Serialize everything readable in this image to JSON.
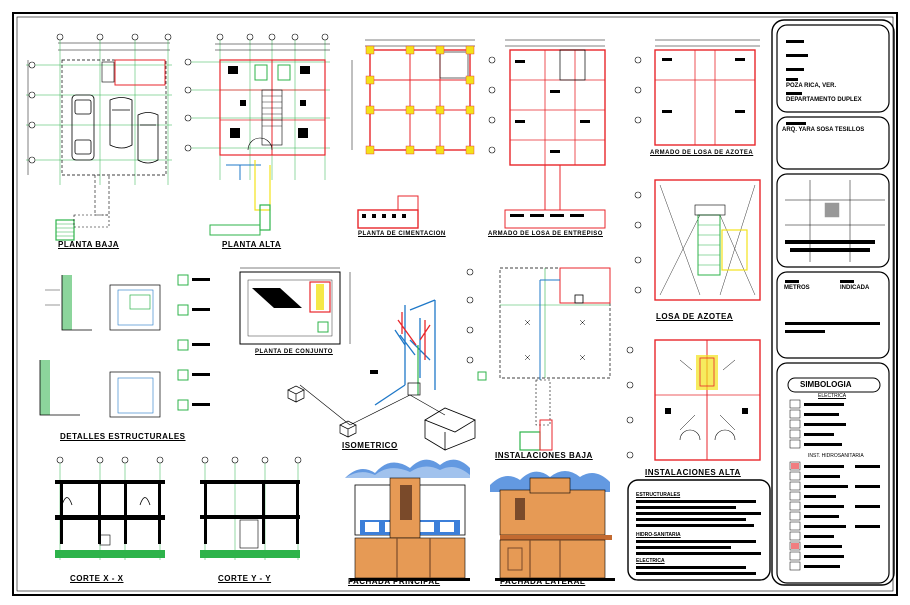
{
  "drawings": {
    "planta_baja": "PLANTA BAJA",
    "planta_alta": "PLANTA ALTA",
    "planta_cimentacion": "PLANTA DE CIMENTACION",
    "armado_losa_entrepiso": "ARMADO DE LOSA DE ENTREPISO",
    "armado_losa_azotea": "ARMADO DE LOSA DE AZOTEA",
    "losa_azotea": "LOSA DE AZOTEA",
    "detalles_estructurales": "DETALLES ESTRUCTURALES",
    "planta_conjunto": "PLANTA DE CONJUNTO",
    "isometrico": "ISOMETRICO",
    "instalaciones_baja": "INSTALACIONES BAJA",
    "instalaciones_alta": "INSTALACIONES ALTA",
    "corte_x": "CORTE X - X",
    "corte_y": "CORTE Y - Y",
    "fachada_principal": "FACHADA PRINCIPAL",
    "fachada_lateral": "FACHADA LATERAL"
  },
  "title_block": {
    "location": "POZA RICA, VER.",
    "project": "DEPARTAMENTO DUPLEX",
    "architect": "ARQ. YARA SOSA TESILLOS",
    "units": "METROS",
    "scale": "INDICADA",
    "symbology_title": "SIMBOLOGIA",
    "electrica": "ELECTRICA",
    "hidrosanitaria": "INST. HIDROSANITARIA"
  },
  "notes": {
    "estructurales": "ESTRUCTURALES",
    "hidrosanitaria": "HIDRO-SANITARIA",
    "electrica": "ELECTRICA"
  },
  "colors": {
    "wall_red": "#e8262b",
    "dim_black": "#000000",
    "axis_green": "#2db34a",
    "pipe_blue": "#1f78c8",
    "yellow": "#f2e21a",
    "magenta": "#d62fd6",
    "facade_orange": "#e69a55",
    "facade_brown": "#7a4a2a",
    "facade_sky": "#3c7fd9"
  }
}
